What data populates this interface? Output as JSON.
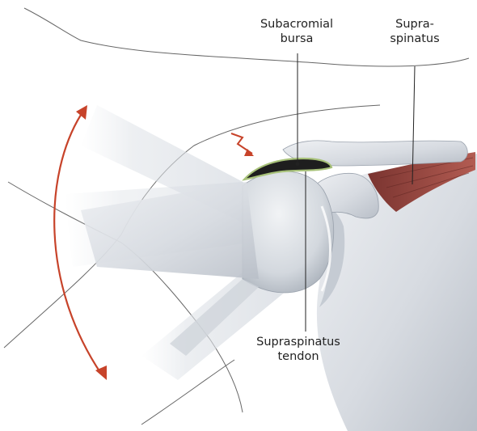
{
  "labels": {
    "subacromial_bursa": {
      "line1": "Subacromial",
      "line2": "bursa"
    },
    "supraspinatus": {
      "line1": "Supra-",
      "line2": "spinatus"
    },
    "supraspinatus_tendon": {
      "line1": "Supraspinatus",
      "line2": "tendon"
    }
  },
  "colors": {
    "arrow": "#c7432a",
    "bone": "#d8dce2",
    "bone_shadow": "#aab1ba",
    "bursa": "#1e1e1e",
    "bursa_outline": "#a8c27a",
    "muscle": "#9a4a44",
    "contour_line": "#555555",
    "leader_line": "#222222"
  },
  "icons": {
    "motion_arrow": "double-headed-curved-arrow-icon",
    "impingement_symbol": "lightning-arrow-icon"
  }
}
